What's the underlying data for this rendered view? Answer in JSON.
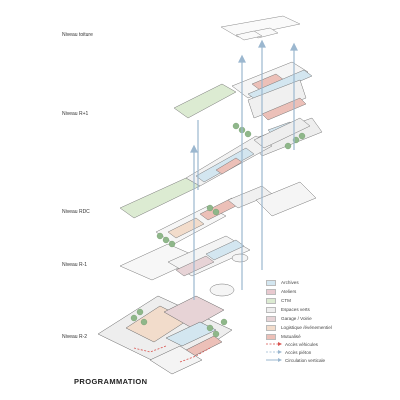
{
  "levels": [
    {
      "label": "Niveau toiture"
    },
    {
      "label": "Niveau  R+1"
    },
    {
      "label": "Niveau  RDC"
    },
    {
      "label": "Niveau  R-1"
    },
    {
      "label": "Niveau  R-2"
    }
  ],
  "legend": {
    "categories": [
      {
        "label": "Archives",
        "color": "#d3e6f0"
      },
      {
        "label": "Ateliers",
        "color": "#e8c9cf"
      },
      {
        "label": "CTM",
        "color": "#dcebd2"
      },
      {
        "label": "Espaces verts",
        "color": "#eeeeee"
      },
      {
        "label": "Garage / Voirie",
        "color": "#e7d3d6"
      },
      {
        "label": "Logistique /événementiel",
        "color": "#f2dccb"
      },
      {
        "label": "Mutualisé",
        "color": "#ecc0b8"
      }
    ],
    "access": [
      {
        "label": "Accès véhicules",
        "color": "#d9534f"
      },
      {
        "label": "Accès piéton",
        "color": "#9bb7cf"
      },
      {
        "label": "Circulation verticale",
        "color": "#9bb7cf"
      }
    ]
  },
  "title": "PROGRAMMATION"
}
